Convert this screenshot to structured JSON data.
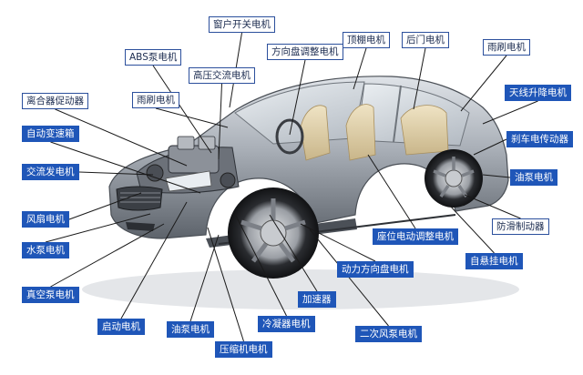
{
  "components": [
    {
      "id": "window_motor",
      "text": "窗户开关电机",
      "style": "outline"
    },
    {
      "id": "abs_pump_motor",
      "text": "ABS泵电机",
      "style": "outline"
    },
    {
      "id": "steering_adjust",
      "text": "方向盘调整电机",
      "style": "outline"
    },
    {
      "id": "roof_motor",
      "text": "顶棚电机",
      "style": "outline"
    },
    {
      "id": "rear_door_motor",
      "text": "后门电机",
      "style": "outline"
    },
    {
      "id": "rear_wiper_motor",
      "text": "雨刷电机",
      "style": "outline"
    },
    {
      "id": "hv_ac_motor",
      "text": "高压交流电机",
      "style": "outline"
    },
    {
      "id": "clutch_actuator",
      "text": "离合器促动器",
      "style": "outline"
    },
    {
      "id": "front_wiper_motor",
      "text": "雨刷电机",
      "style": "outline"
    },
    {
      "id": "antenna_motor",
      "text": "天线升降电机",
      "style": "dark"
    },
    {
      "id": "auto_gearbox",
      "text": "自动变速箱",
      "style": "dark"
    },
    {
      "id": "brake_actuator",
      "text": "刹车电传动器",
      "style": "dark"
    },
    {
      "id": "alternator",
      "text": "交流发电机",
      "style": "dark"
    },
    {
      "id": "fuel_pump_rear",
      "text": "油泵电机",
      "style": "dark"
    },
    {
      "id": "fan_motor",
      "text": "风扇电机",
      "style": "dark"
    },
    {
      "id": "antiskid_brake",
      "text": "防滑制动器",
      "style": "outline"
    },
    {
      "id": "seat_adjust_motor",
      "text": "座位电动调整电机",
      "style": "dark"
    },
    {
      "id": "water_pump_motor",
      "text": "水泵电机",
      "style": "dark"
    },
    {
      "id": "suspension_motor",
      "text": "自悬挂电机",
      "style": "dark"
    },
    {
      "id": "power_steering",
      "text": "动力方向盘电机",
      "style": "dark"
    },
    {
      "id": "vacuum_pump",
      "text": "真空泵电机",
      "style": "dark"
    },
    {
      "id": "accelerator",
      "text": "加速器",
      "style": "dark"
    },
    {
      "id": "starter_motor",
      "text": "启动电机",
      "style": "dark"
    },
    {
      "id": "fuel_pump_front",
      "text": "油泵电机",
      "style": "dark"
    },
    {
      "id": "condenser_motor",
      "text": "冷凝器电机",
      "style": "dark"
    },
    {
      "id": "secondary_air_pump",
      "text": "二次风泵电机",
      "style": "dark"
    },
    {
      "id": "compressor_motor",
      "text": "压缩机电机",
      "style": "dark"
    }
  ],
  "colors": {
    "label_dark_bg": "#1f56b8",
    "label_dark_text": "#ffffff",
    "label_outline_border": "#2b4f9c",
    "label_outline_text": "#1c2c50",
    "leader_line": "#1a1a1a",
    "car_body": "#9aa0a8"
  }
}
